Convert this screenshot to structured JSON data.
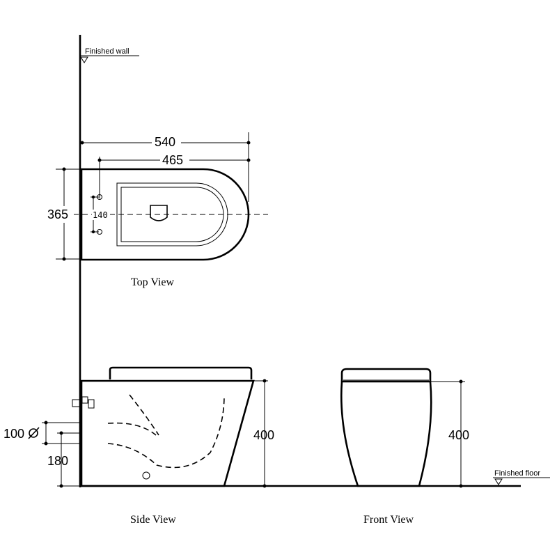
{
  "labels": {
    "finished_wall": "Finished wall",
    "finished_floor": "Finished floor",
    "top_view": "Top View",
    "side_view": "Side View",
    "front_view": "Front View"
  },
  "dimensions": {
    "length_total": "540",
    "length_inner": "465",
    "width": "365",
    "bolt_spacing": "140",
    "side_height": "400",
    "front_height": "400",
    "inlet_pipe": "100",
    "outlet_height": "180"
  }
}
